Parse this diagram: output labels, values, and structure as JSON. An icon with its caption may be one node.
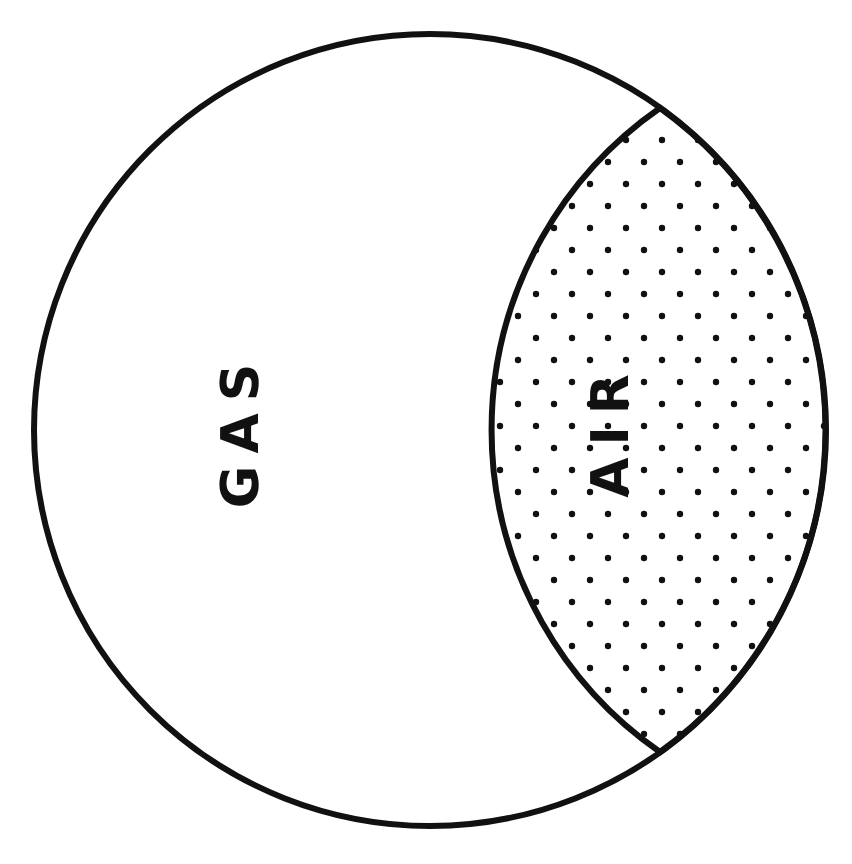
{
  "diagram": {
    "nodes": [
      {
        "text": [
          "GAS"
        ]
      },
      {
        "text": [
          "AIR"
        ],
        "in": 0
      }
    ]
  }
}
